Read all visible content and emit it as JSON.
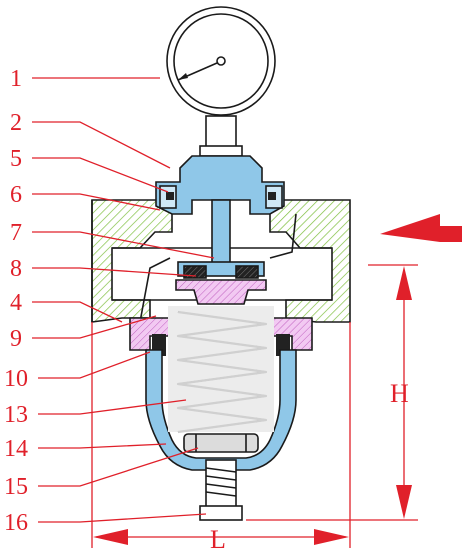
{
  "labels": [
    "1",
    "2",
    "5",
    "6",
    "7",
    "8",
    "4",
    "9",
    "10",
    "13",
    "14",
    "15",
    "16"
  ],
  "dimensions": {
    "height": "H",
    "length": "L"
  },
  "colors": {
    "annotation": "#e0202a",
    "body_hatch": "#7fbf3f",
    "cap_blue": "#8fc7e8",
    "diaphragm_pink": "#e6a7e6",
    "spring_fill": "#d8d8d8",
    "outline": "#1a1a1a"
  },
  "icons": {
    "flow": "flow-direction-arrow-icon"
  }
}
